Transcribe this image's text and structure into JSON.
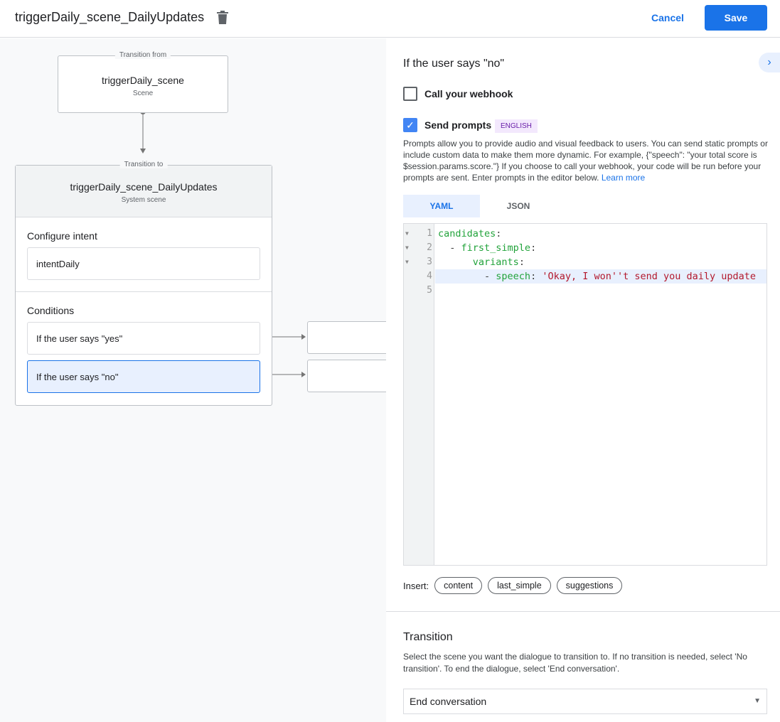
{
  "header": {
    "title": "triggerDaily_scene_DailyUpdates",
    "cancel": "Cancel",
    "save": "Save"
  },
  "canvas": {
    "from": {
      "label": "Transition from",
      "name": "triggerDaily_scene",
      "type": "Scene"
    },
    "to": {
      "label": "Transition to",
      "name": "triggerDaily_scene_DailyUpdates",
      "type": "System scene",
      "intent_heading": "Configure intent",
      "intent": "intentDaily",
      "conditions_heading": "Conditions",
      "conditions": [
        "If the user says \"yes\"",
        "If the user says \"no\""
      ]
    }
  },
  "panel": {
    "heading": "If the user says \"no\"",
    "webhook": {
      "label": "Call your webhook",
      "checked": false
    },
    "prompts": {
      "label": "Send prompts",
      "checked": true,
      "badge": "ENGLISH"
    },
    "description": "Prompts allow you to provide audio and visual feedback to users. You can send static prompts or include custom data to make them more dynamic. For example, {\"speech\": \"your total score is $session.params.score.\"} If you choose to call your webhook, your code will be run before your prompts are sent. Enter prompts in the editor below. ",
    "learn_more": "Learn more",
    "tabs": [
      "YAML",
      "JSON"
    ],
    "active_tab": "YAML",
    "code": {
      "l1k": "candidates",
      "l2k": "first_simple",
      "l3k": "variants",
      "l4k": "speech",
      "l4v": "'Okay, I won''t send you daily update"
    },
    "line_numbers": [
      "1",
      "2",
      "3",
      "4",
      "5"
    ],
    "insert_label": "Insert:",
    "insert_chips": [
      "content",
      "last_simple",
      "suggestions"
    ],
    "transition": {
      "heading": "Transition",
      "description": "Select the scene you want the dialogue to transition to. If no transition is needed, select 'No transition'. To end the dialogue, select 'End conversation'.",
      "selected": "End conversation"
    }
  }
}
